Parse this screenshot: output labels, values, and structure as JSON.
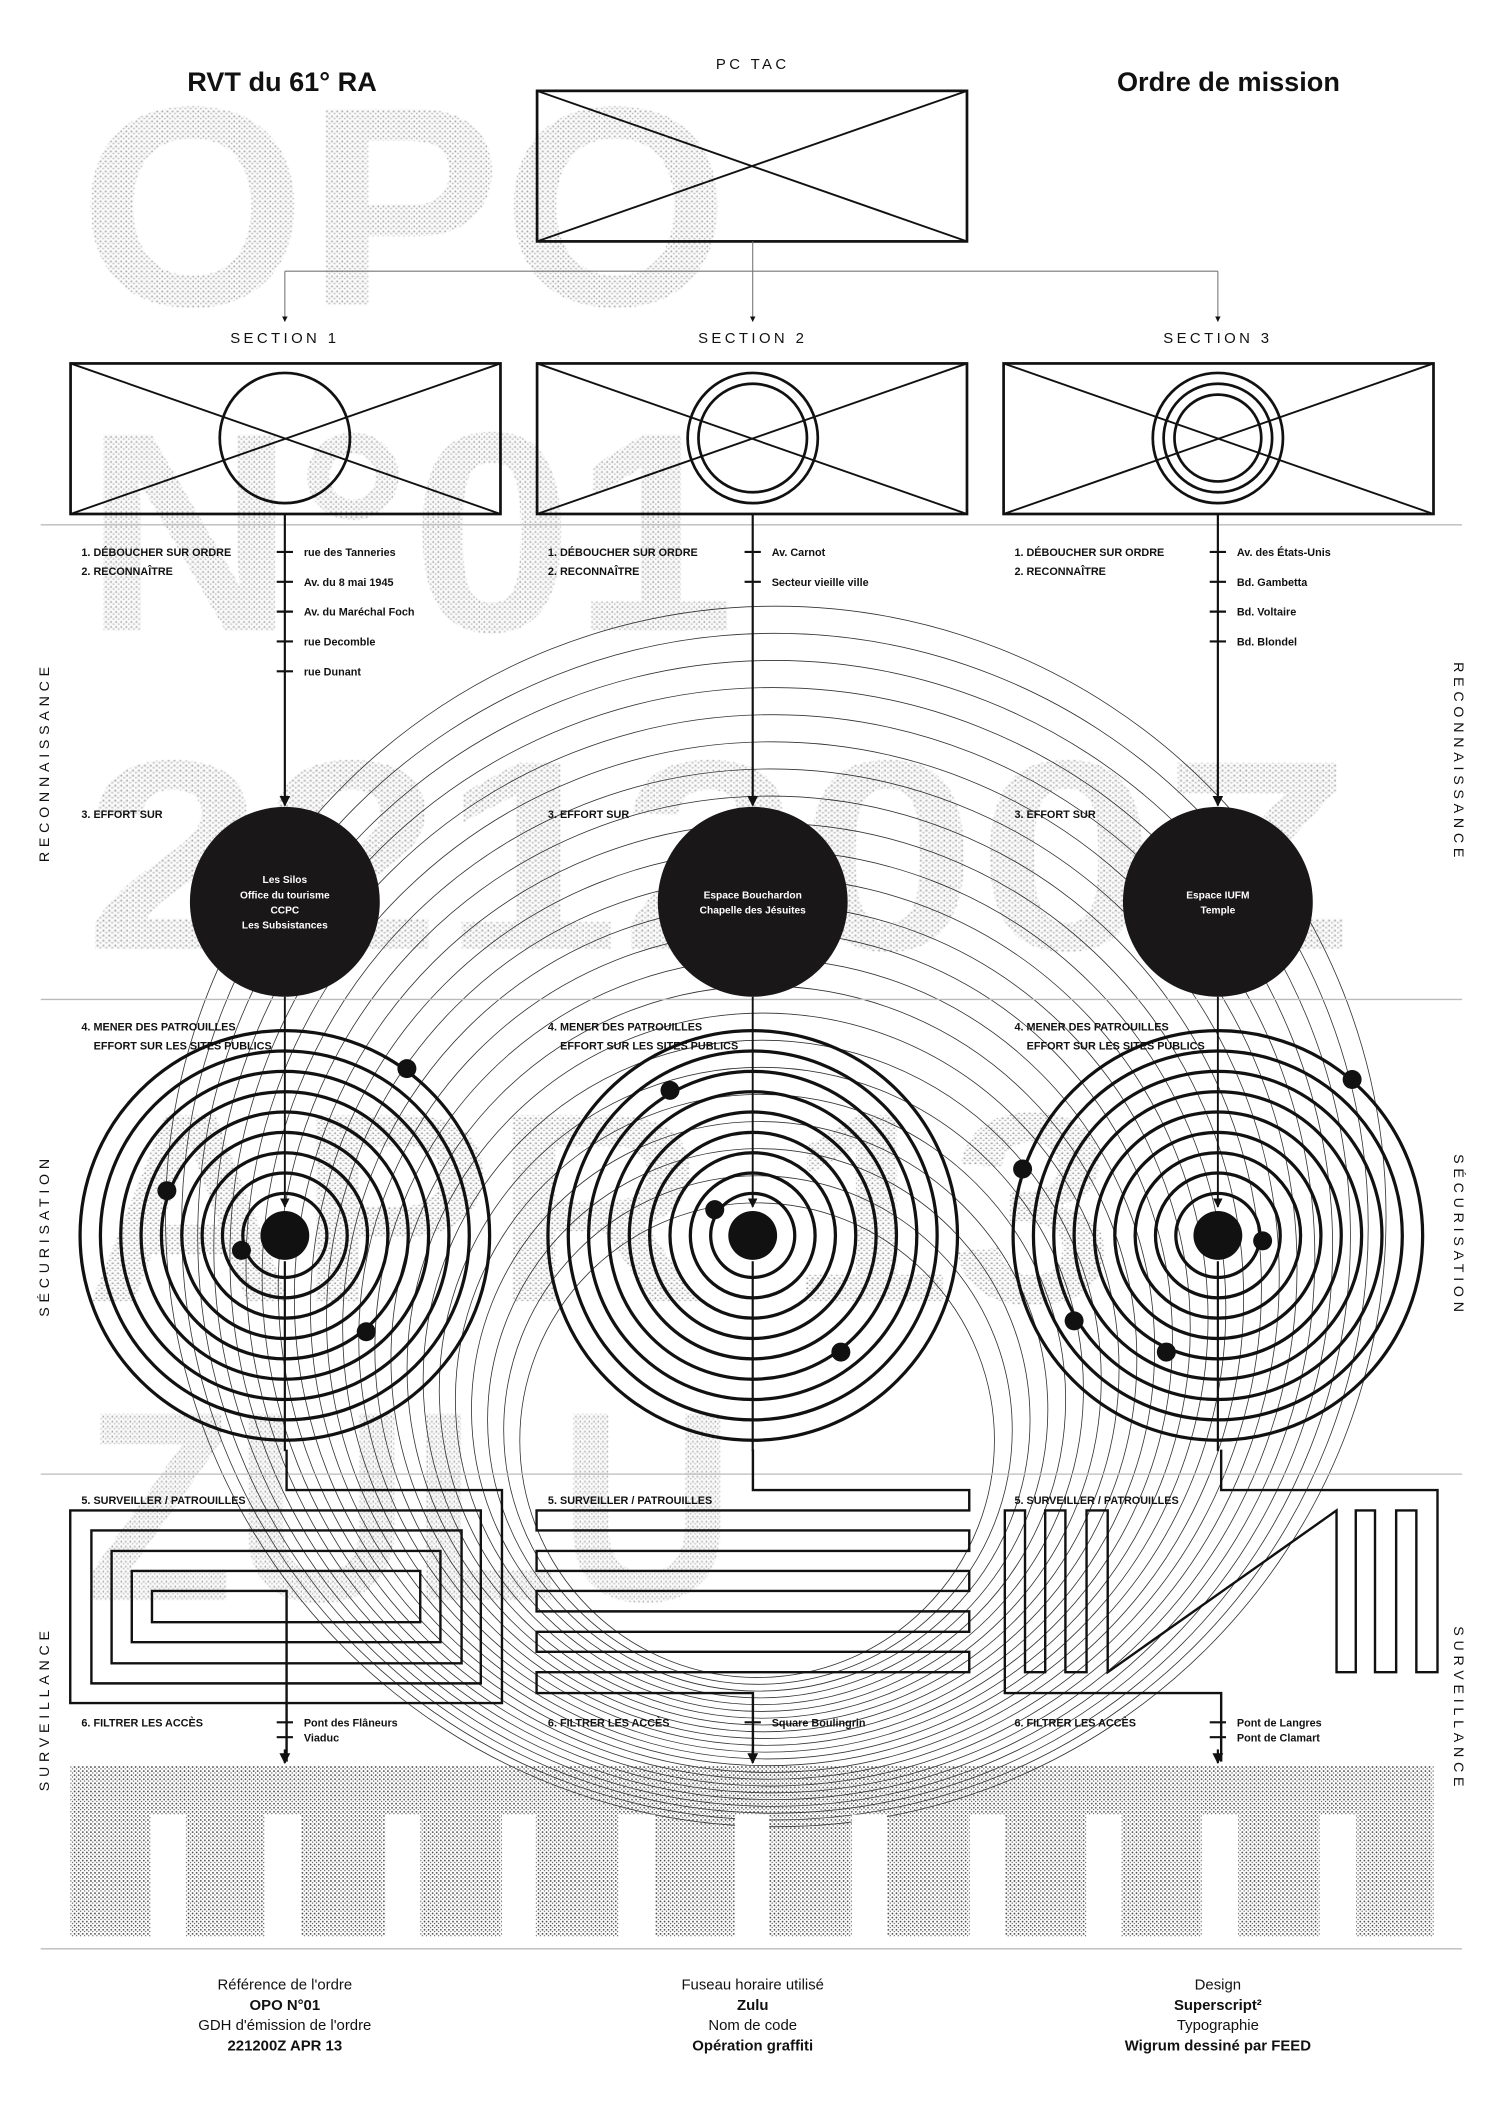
{
  "header": {
    "left_title": "RVT du 61° RA",
    "center_label": "PC TAC",
    "right_title": "Ordre de mission"
  },
  "background_text": [
    "OPO",
    "N°01",
    "221200Z",
    "APR 13",
    "ZULU"
  ],
  "side_labels": {
    "reconnaissance": "RECONNAISSANCE",
    "securisation": "SÉCURISATION",
    "surveillance": "SURVEILLANCE"
  },
  "steps": {
    "step1": "1. DÉBOUCHER SUR ORDRE",
    "step2": "2. RECONNAÎTRE",
    "step3": "3. EFFORT SUR",
    "step4": "4. MENER DES PATROUILLES",
    "step4_sub": "EFFORT SUR LES SITES PUBLICS",
    "step5": "5. SURVEILLER / PATROUILLES",
    "step6": "6. FILTRER LES ACCÈS"
  },
  "sections": [
    {
      "label": "SECTION 1",
      "streets": [
        "rue des Tanneries",
        "Av. du 8 mai 1945",
        "Av. du Maréchal Foch",
        "rue Decomble",
        "rue Dunant"
      ],
      "effort": [
        "Les Silos",
        "Office du tourisme",
        "CCPC",
        "Les Subsistances"
      ],
      "filter": [
        "Pont des Flâneurs",
        "Viaduc"
      ]
    },
    {
      "label": "SECTION 2",
      "streets": [
        "Av. Carnot",
        "Secteur vieille ville"
      ],
      "effort": [
        "Espace Bouchardon",
        "Chapelle des Jésuites"
      ],
      "filter": [
        "Square Boulingrin"
      ]
    },
    {
      "label": "SECTION 3",
      "streets": [
        "Av. des États-Unis",
        "Bd. Gambetta",
        "Bd. Voltaire",
        "Bd. Blondel"
      ],
      "effort": [
        "Espace IUFM",
        "Temple"
      ],
      "filter": [
        "Pont de Langres",
        "Pont de Clamart"
      ]
    }
  ],
  "footer": [
    {
      "label1": "Référence de l'ordre",
      "value1": "OPO N°01",
      "label2": "GDH d'émission de l'ordre",
      "value2": "221200Z APR 13"
    },
    {
      "label1": "Fuseau horaire utilisé",
      "value1": "Zulu",
      "label2": "Nom de code",
      "value2": "Opération graffiti"
    },
    {
      "label1": "Design",
      "value1": "Superscript²",
      "label2": "Typographie",
      "value2": "Wigrum dessiné par FEED"
    }
  ]
}
